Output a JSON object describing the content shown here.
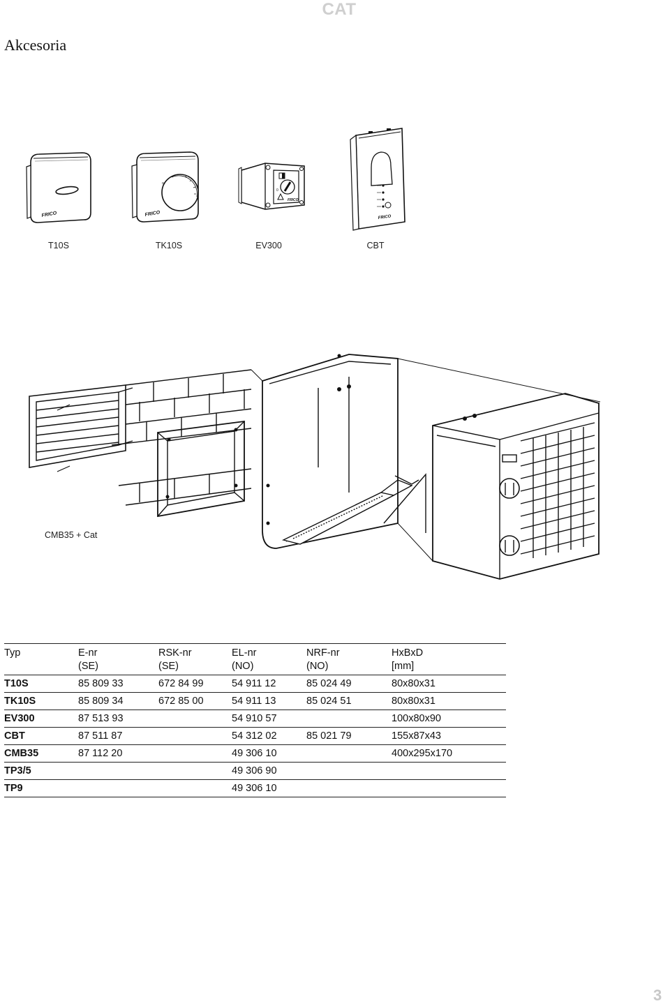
{
  "header": {
    "brand": "CAT"
  },
  "section": {
    "title": "Akcesoria"
  },
  "products": [
    {
      "caption": "T10S"
    },
    {
      "caption": "TK10S"
    },
    {
      "caption": "EV300"
    },
    {
      "caption": "CBT"
    }
  ],
  "assembly": {
    "caption": "CMB35 + Cat"
  },
  "table": {
    "headers": [
      {
        "line1": "Typ",
        "line2": ""
      },
      {
        "line1": "E-nr",
        "line2": "(SE)"
      },
      {
        "line1": "RSK-nr",
        "line2": "(SE)"
      },
      {
        "line1": "EL-nr",
        "line2": "(NO)"
      },
      {
        "line1": "NRF-nr",
        "line2": "(NO)"
      },
      {
        "line1": "HxBxD",
        "line2": "[mm]"
      }
    ],
    "rows": [
      [
        "T10S",
        "85 809 33",
        "672 84 99",
        "54 911 12",
        "85 024 49",
        "80x80x31"
      ],
      [
        "TK10S",
        "85 809 34",
        "672 85 00",
        "54 911 13",
        "85 024 51",
        "80x80x31"
      ],
      [
        "EV300",
        "87 513 93",
        "",
        "54 910 57",
        "",
        "100x80x90"
      ],
      [
        "CBT",
        "87 511 87",
        "",
        "54 312 02",
        "85 021 79",
        "155x87x43"
      ],
      [
        "CMB35",
        "87 112 20",
        "",
        "49 306 10",
        "",
        "400x295x170"
      ],
      [
        "TP3/5",
        "",
        "",
        "49 306 90",
        "",
        ""
      ],
      [
        "TP9",
        "",
        "",
        "49 306 10",
        "",
        ""
      ]
    ]
  },
  "page": {
    "number": "3"
  }
}
